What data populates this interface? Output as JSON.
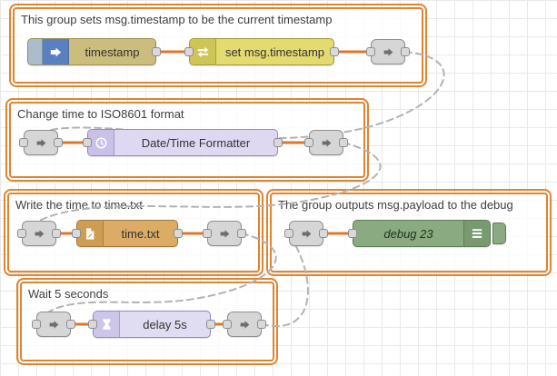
{
  "groups": [
    {
      "title": "This group sets msg.timestamp to be the current timestamp",
      "nodes": {
        "inject": {
          "label": "timestamp",
          "type": "inject"
        },
        "change": {
          "label": "set msg.timestamp",
          "type": "change"
        },
        "link_out": {
          "type": "link out"
        }
      }
    },
    {
      "title": "Change time to ISO8601 format",
      "nodes": {
        "link_in": {
          "type": "link in"
        },
        "formatter": {
          "label": "Date/Time Formatter",
          "type": "date-time-formatter"
        },
        "link_out": {
          "type": "link out"
        }
      }
    },
    {
      "title": "Write the time to time.txt",
      "nodes": {
        "link_in": {
          "type": "link in"
        },
        "file": {
          "label": "time.txt",
          "type": "file write"
        },
        "link_out": {
          "type": "link out"
        }
      }
    },
    {
      "title": "The group outputs msg.payload to the debug",
      "nodes": {
        "link_in": {
          "type": "link in"
        },
        "debug": {
          "label": "debug 23",
          "type": "debug"
        }
      }
    },
    {
      "title": "Wait 5 seconds",
      "nodes": {
        "link_in": {
          "type": "link in"
        },
        "delay": {
          "label": "delay 5s",
          "type": "delay"
        },
        "link_out": {
          "type": "link out"
        }
      }
    }
  ],
  "colors": {
    "group_border": "#E1832F",
    "wire": "#E0762C",
    "link_wire": "#B3B3B3",
    "inject_body": "#CBBD7C",
    "inject_icon_bg": "#5B80C1",
    "change_body": "#E3DA70",
    "formatter_body": "#DED9F1",
    "file_body": "#DCAB66",
    "debug_body": "#8AAB81",
    "delay_body": "#E0DCF2",
    "link_body": "#D6D6D6"
  },
  "icons": {
    "inject": "inject-arrow-icon",
    "change": "swap-arrows-icon",
    "link": "link-arrow-icon",
    "formatter": "clock-icon",
    "file": "file-page-icon",
    "debug": "debug-list-icon",
    "delay": "hourglass-icon"
  }
}
